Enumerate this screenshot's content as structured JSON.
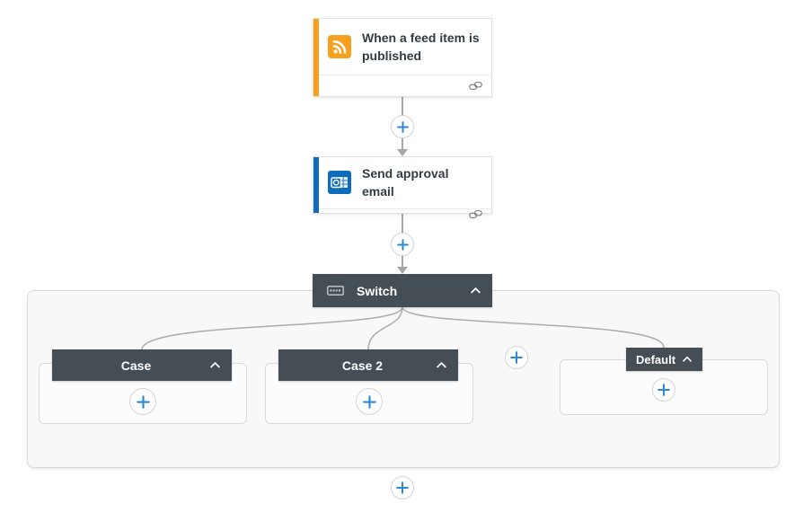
{
  "app": "flow-designer",
  "trigger_card": {
    "title": "When a feed item is published",
    "icon": "rss-icon",
    "accent_color": "#F7A01D",
    "footer_icon": "link-icon"
  },
  "action_card": {
    "title": "Send approval email",
    "icon": "outlook-icon",
    "accent_color": "#0F6CBD",
    "footer_icon": "link-icon"
  },
  "switch": {
    "label": "Switch",
    "icon": "switch-keypad-icon",
    "collapse_icon": "chevron-up-icon",
    "header_color": "#454D55"
  },
  "cases": [
    {
      "label": "Case",
      "collapse_icon": "chevron-up-icon",
      "add_icon": "plus-icon"
    },
    {
      "label": "Case 2",
      "collapse_icon": "chevron-up-icon",
      "add_icon": "plus-icon"
    },
    {
      "label": "Default",
      "collapse_icon": "chevron-up-icon",
      "add_icon": "plus-icon"
    }
  ],
  "colors": {
    "scope_header": "#454D55",
    "plus_blue": "#2B88D8",
    "connector_gray": "#A6A6A6",
    "panel_background": "#F8F8F8",
    "card_title_text": "#333B43"
  }
}
